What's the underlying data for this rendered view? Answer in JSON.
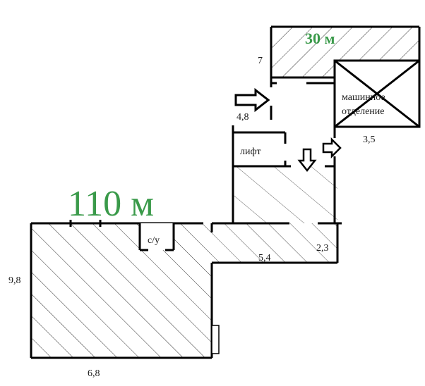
{
  "floor_plan": {
    "areas": {
      "main": "110 м",
      "top": "30 м"
    },
    "rooms": {
      "machine_room": [
        "машинное",
        "отделение"
      ],
      "elevator": "лифт",
      "wc": "с/у"
    },
    "dimensions": {
      "d_7": "7",
      "d_4_8": "4,8",
      "d_3_5": "3,5",
      "d_5_4": "5,4",
      "d_2_3": "2,3",
      "d_9_8": "9,8",
      "d_6_8": "6,8"
    },
    "colors": {
      "walls": "#000000",
      "area_text": "#3a9a4a",
      "hatch": "#000000"
    }
  }
}
